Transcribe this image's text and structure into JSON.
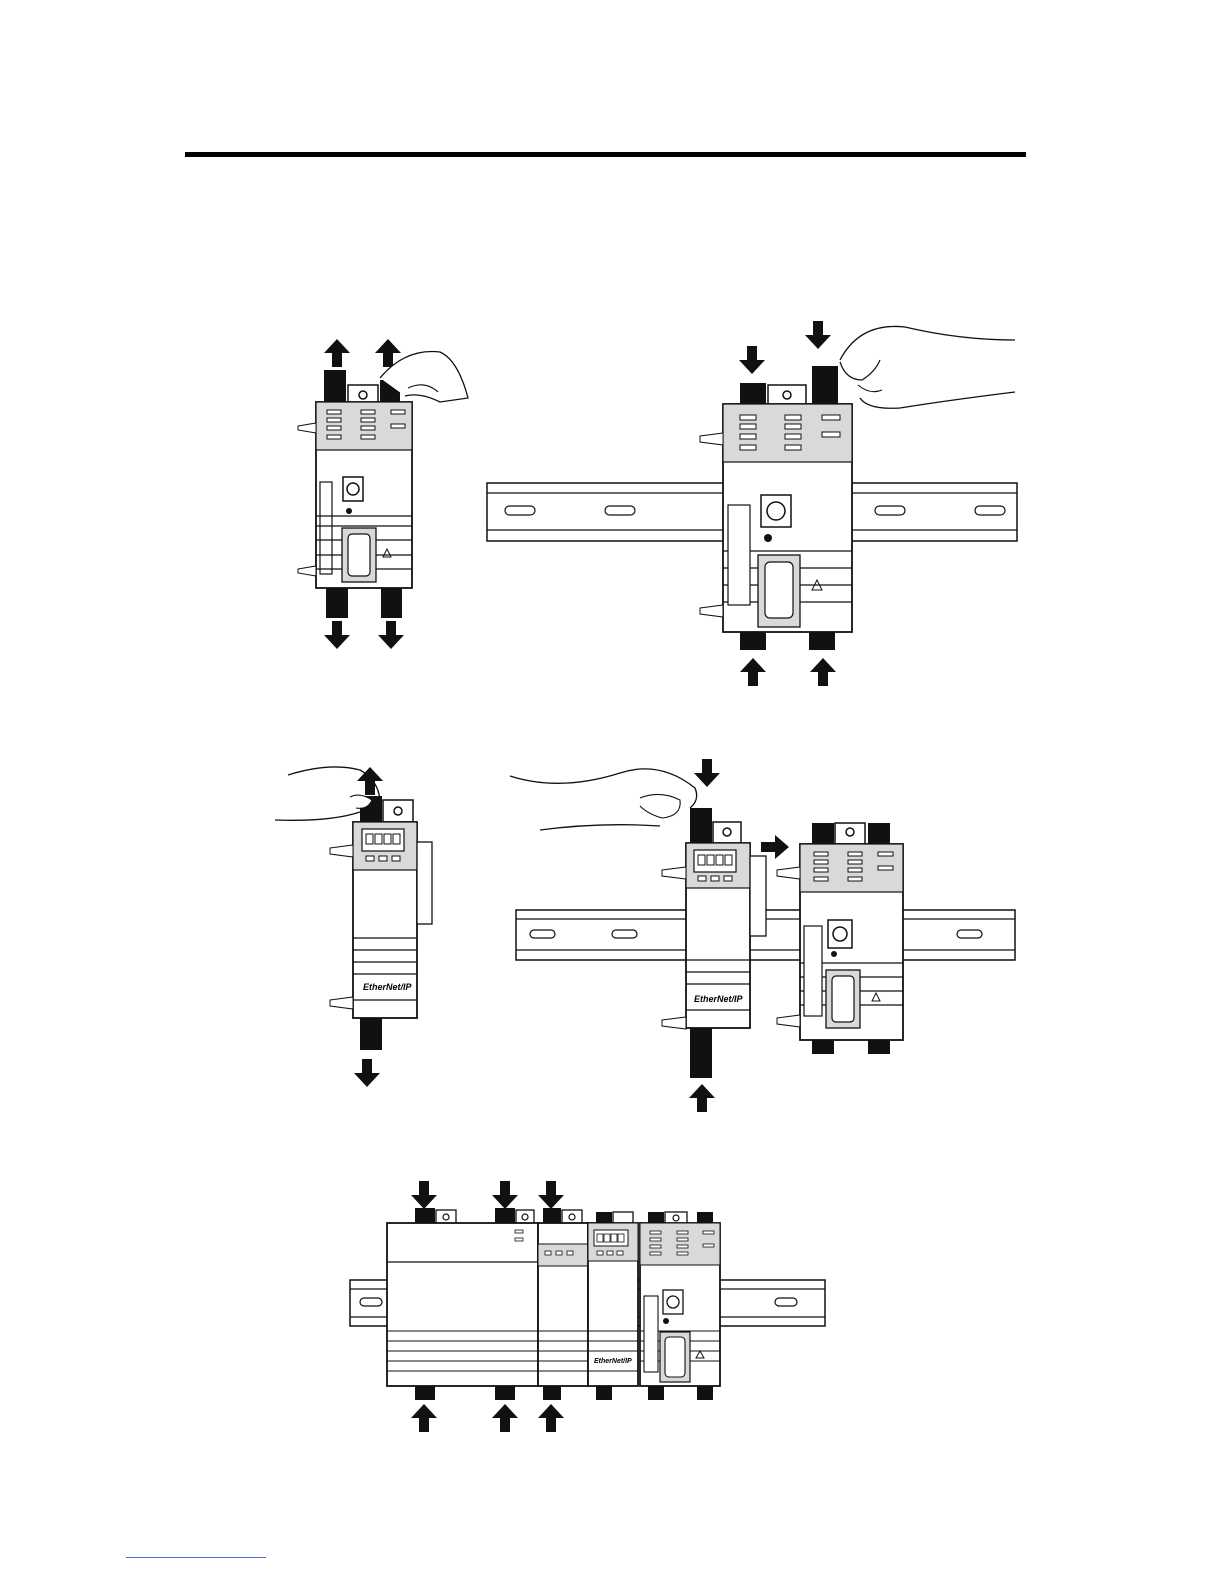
{
  "page": {
    "background": "#ffffff",
    "ink": "#000000",
    "module_panel": "#d9d9d9"
  },
  "figures": [
    {
      "name": "remove-adapter-module",
      "label": ""
    },
    {
      "name": "install-adapter-on-rail",
      "label": ""
    },
    {
      "name": "remove-ethernet-module",
      "label": ""
    },
    {
      "name": "slide-ethernet-module-to-adapter",
      "label": ""
    },
    {
      "name": "assembled-system-on-rail",
      "label": ""
    }
  ],
  "labels": {
    "ethernet_logo": "EtherNet/IP"
  }
}
